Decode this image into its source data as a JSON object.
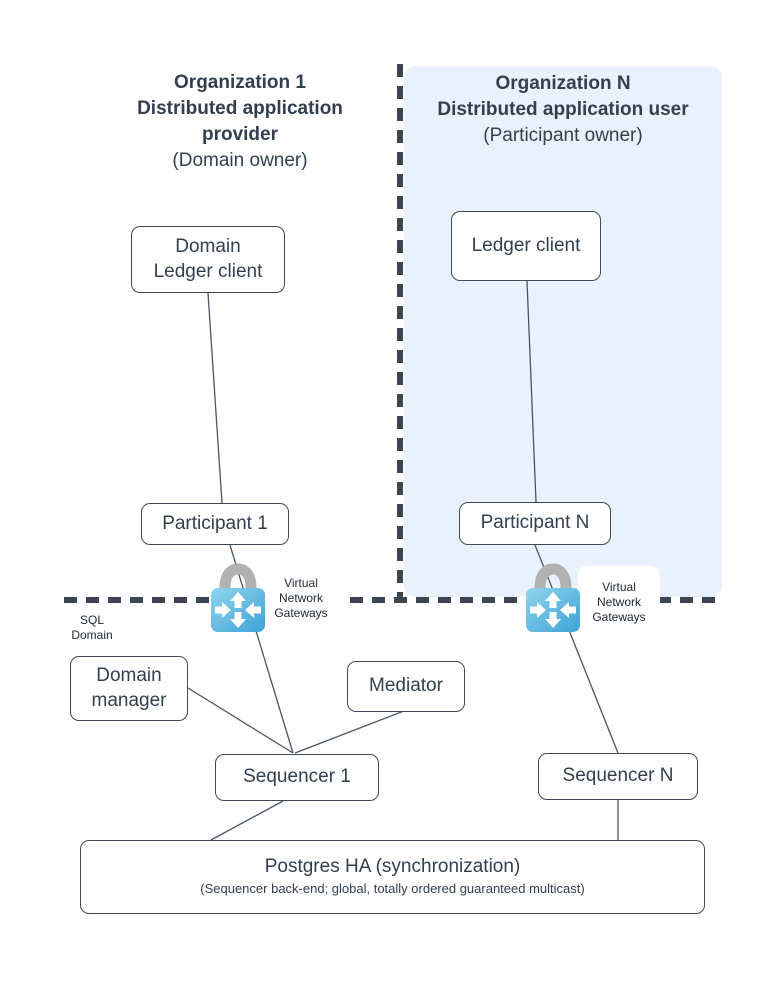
{
  "org1": {
    "title": "Organization 1\nDistributed application provider",
    "subtitle": "(Domain owner)"
  },
  "org_n": {
    "title": "Organization N\nDistributed application user",
    "subtitle": "(Participant owner)"
  },
  "nodes": {
    "domain_ledger_client": {
      "label": "Domain\nLedger client"
    },
    "ledger_client": {
      "label": "Ledger client"
    },
    "participant_1": {
      "label": "Participant 1"
    },
    "participant_n": {
      "label": "Participant N"
    },
    "domain_manager": {
      "label": "Domain\nmanager"
    },
    "mediator": {
      "label": "Mediator"
    },
    "sequencer_1": {
      "label": "Sequencer 1"
    },
    "sequencer_n": {
      "label": "Sequencer N"
    },
    "postgres": {
      "title": "Postgres HA (synchronization)",
      "subtitle": "(Sequencer back-end; global, totally ordered guaranteed multicast)"
    }
  },
  "annotations": {
    "sql_domain": "SQL\nDomain",
    "vng_left": "Virtual\nNetwork\nGateways",
    "vng_right": "Virtual\nNetwork\nGateways"
  },
  "colors": {
    "org_n_panel": "#e9f1fc",
    "dashed_boundary": "#3c4653",
    "node_border": "#3f4a59",
    "text": "#333f4f",
    "lock_shackle": "#b1b1b1",
    "gateway_blue_light": "#93d4ee",
    "gateway_blue_dark": "#3ba3d6"
  }
}
